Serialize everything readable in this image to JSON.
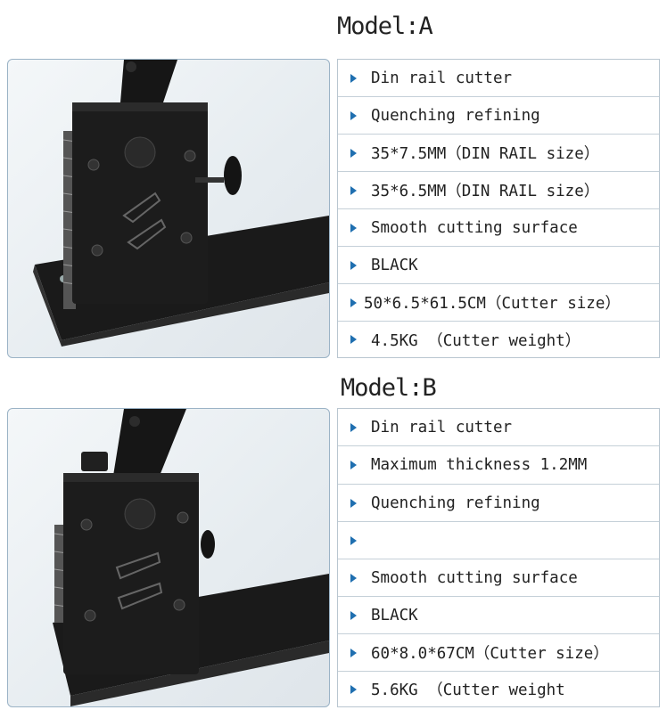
{
  "models": [
    {
      "title": "Model:A",
      "specs": [
        "Din rail cutter",
        "Quenching refining",
        "35*7.5MM（DIN RAIL size）",
        "35*6.5MM（DIN RAIL size）",
        "Smooth cutting surface",
        "BLACK",
        "50*6.5*61.5CM（Cutter size）",
        "4.5KG （Cutter weight）"
      ]
    },
    {
      "title": "Model:B",
      "specs": [
        "Din rail cutter",
        "Maximum thickness 1.2MM",
        "Quenching refining",
        "",
        "Smooth cutting surface",
        "BLACK",
        "60*8.0*67CM（Cutter size）",
        "5.6KG （Cutter weight"
      ]
    }
  ],
  "colors": {
    "bullet": "#1f6fb0",
    "border": "#b9c6d0",
    "product": "#1c1c1c"
  },
  "icons": {
    "bullet": "triangle-right-icon"
  }
}
